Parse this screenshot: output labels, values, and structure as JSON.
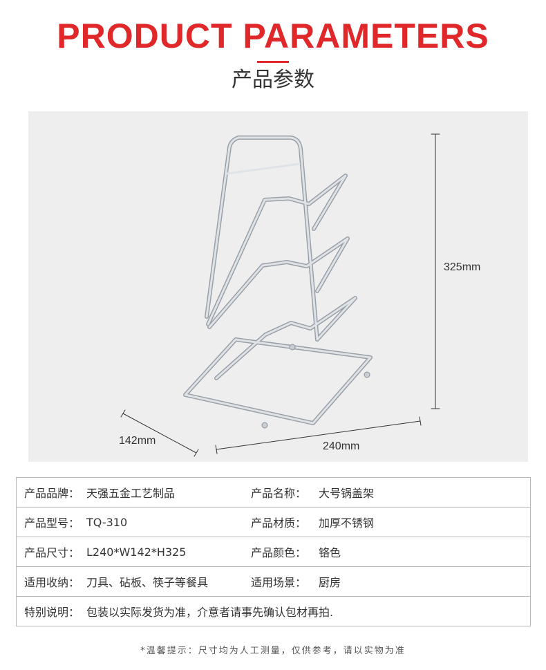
{
  "header": {
    "title_en": "PRODUCT PARAMETERS",
    "title_cn": "产品参数"
  },
  "figure": {
    "dim_height": "325mm",
    "dim_depth": "142mm",
    "dim_width": "240mm"
  },
  "params": [
    {
      "k1": "产品品牌：",
      "v1": "天强五金工艺制品",
      "k2": "产品名称：",
      "v2": "大号锅盖架"
    },
    {
      "k1": "产品型号：",
      "v1": "TQ-310",
      "k2": "产品材质：",
      "v2": "加厚不锈钢"
    },
    {
      "k1": "产品尺寸：",
      "v1": "L240*W142*H325",
      "k2": "产品颜色：",
      "v2": "铬色"
    },
    {
      "k1": "适用收纳：",
      "v1": "刀具、砧板、筷子等餐具",
      "k2": "适用场景：",
      "v2": "厨房"
    }
  ],
  "note": {
    "key": "特别说明：",
    "value": "包装以实际发货为准，介意者请事先确认包材再拍."
  },
  "footnote": "*温馨提示：尺寸均为人工测量，仅供参考，请以实物为准",
  "colors": {
    "accent": "#e0282a",
    "panel_bg": "#eeeeee",
    "border": "#b5b5b5",
    "text": "#333333"
  }
}
